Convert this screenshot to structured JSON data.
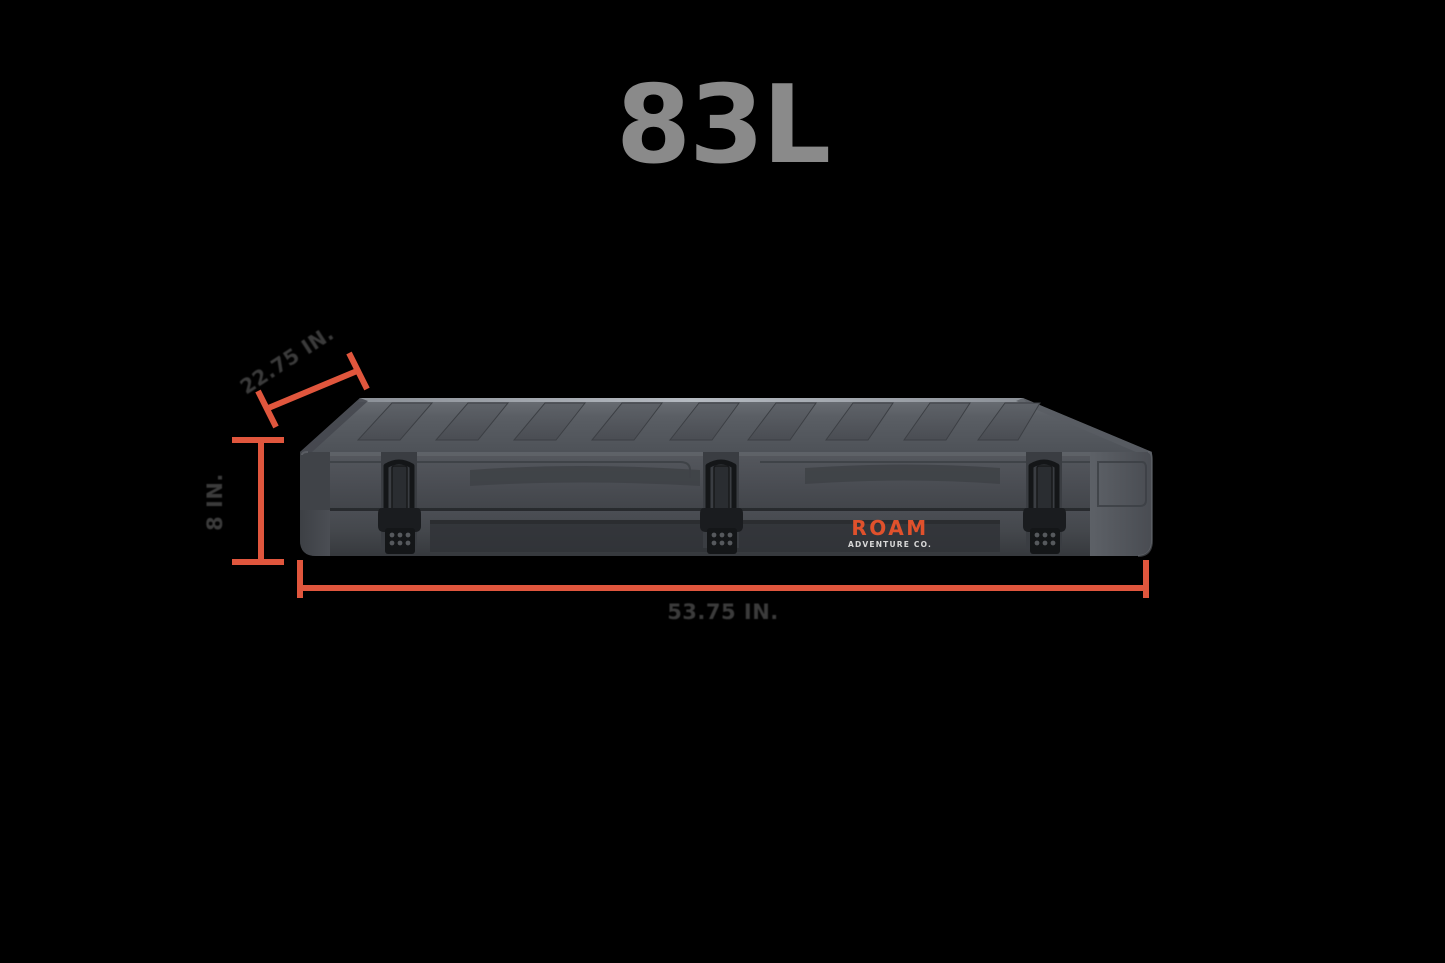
{
  "title": "83L",
  "background_color": "#000000",
  "accent_color": "#e0563d",
  "title_color": "#8a8a8a",
  "dimensions": {
    "width": {
      "label": "53.75 IN.",
      "name": "width"
    },
    "height": {
      "label": "8 IN.",
      "name": "height"
    },
    "depth": {
      "label": "22.75 IN.",
      "name": "depth"
    }
  },
  "product": {
    "brand": "ROAM",
    "tagline": "ADVENTURE CO.",
    "brand_color": "#e0512c",
    "tagline_color": "#d8d8d8",
    "body_color": "#4a4d52"
  }
}
